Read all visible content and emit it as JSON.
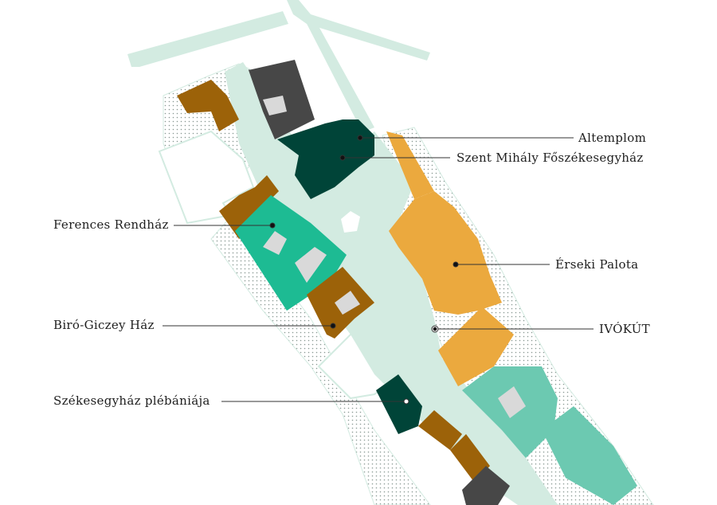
{
  "colors": {
    "street": "#d3ebe1",
    "dark_gray": "#474747",
    "dark_green": "#004438",
    "brown": "#9c6209",
    "teal": "#1dbb93",
    "orange": "#eba93e",
    "light_teal": "#6cc9b1",
    "courtyard": "#d9d9d9"
  },
  "labels": {
    "altemplom": "Altemplom",
    "szent_mihaly": "Szent Mihály Főszékesegyház",
    "ferences": "Ferences Rendház",
    "erseki": "Érseki Palota",
    "biro_giczey": "Biró-Giczey Ház",
    "ivokut": "IVÓKÚT",
    "plebania": "Székesegyház plébániája"
  }
}
